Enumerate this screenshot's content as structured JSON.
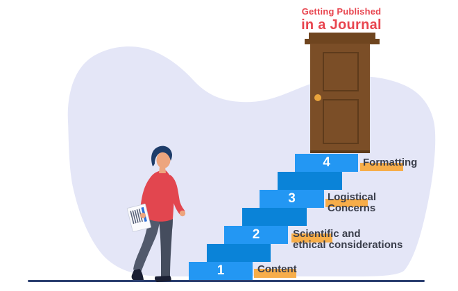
{
  "title": {
    "line1": "Getting Published",
    "line2": "in a Journal"
  },
  "steps": [
    {
      "number": "1",
      "label_lines": [
        "Content"
      ]
    },
    {
      "number": "2",
      "label_lines": [
        "Scientific and",
        "ethical considerations"
      ]
    },
    {
      "number": "3",
      "label_lines": [
        "Logistical",
        "Concerns"
      ]
    },
    {
      "number": "4",
      "label_lines": [
        "Formatting"
      ]
    }
  ],
  "scene": {
    "background_icon": "lavender-blob",
    "door_icon": "closed-wooden-door",
    "doorknob_icon": "round-doorknob",
    "person_icon": "person-walking-with-papers",
    "papers_icon": "held-documents",
    "ground_icon": "ground-line"
  },
  "colors": {
    "title_red": "#E8454F",
    "step_tread_blue": "#2397F3",
    "step_riser_blue": "#0A83D8",
    "label_text": "#3A3E4B",
    "label_highlight": "#F7AD49",
    "door_brown": "#7B4E27",
    "door_frame_brown": "#6F451F",
    "door_panel_line": "#5E3B1B",
    "doorknob_gold": "#E9A43C",
    "ground_navy": "#2B3F70",
    "background_blob": "#E4E6F7",
    "sweater_red": "#E2464F",
    "pants_gray": "#4E5667",
    "pants_gray_light": "#525A6C",
    "pants_gray_dark": "#454D5E",
    "hair_navy": "#1E3C69",
    "skin": "#EDA57E",
    "shoe_dark": "#1A1F33",
    "paper_white": "#FBFBFD",
    "paper_line": "#59627A",
    "paper_stripe_blue": "#2E6FD6"
  }
}
